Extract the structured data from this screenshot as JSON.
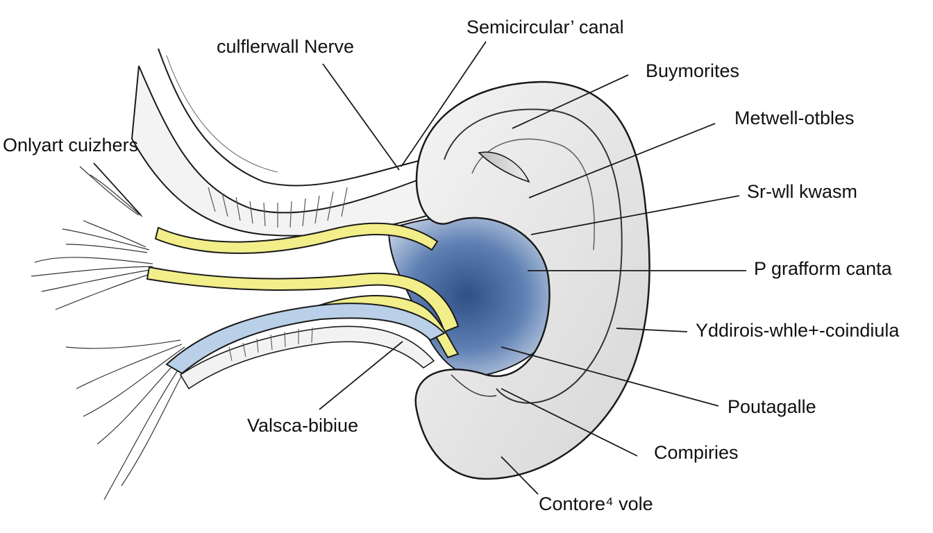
{
  "diagram": {
    "labels": {
      "semicircular_canal": "Semicircular’ canal",
      "oulflerwall_nerve": "ϲulflerwall Nerve",
      "buymorites": "Buymorites",
      "onlyart_cuizhers": "Onlyart cuizhers",
      "metwell_otbles": "Metwell-otbles",
      "srwll_kwasm": "Sr-wll kwasm",
      "p_grafform_canta": "P  grafform canta",
      "yddirois": "Yddirois-whle+-coindiula",
      "poutagalle": "Poutaɡalle",
      "valsca_bibiue": "Valsca-bibiue",
      "compiries": "Compiries",
      "contore_vole": "Contore⁴ vole"
    },
    "colors": {
      "ink": "#1a1a1a",
      "yellow_band": "#f2ee8a",
      "blue_canal": "#3f5f95",
      "light_blue": "#b9d0e8",
      "shading": "#cfcfcf"
    }
  }
}
